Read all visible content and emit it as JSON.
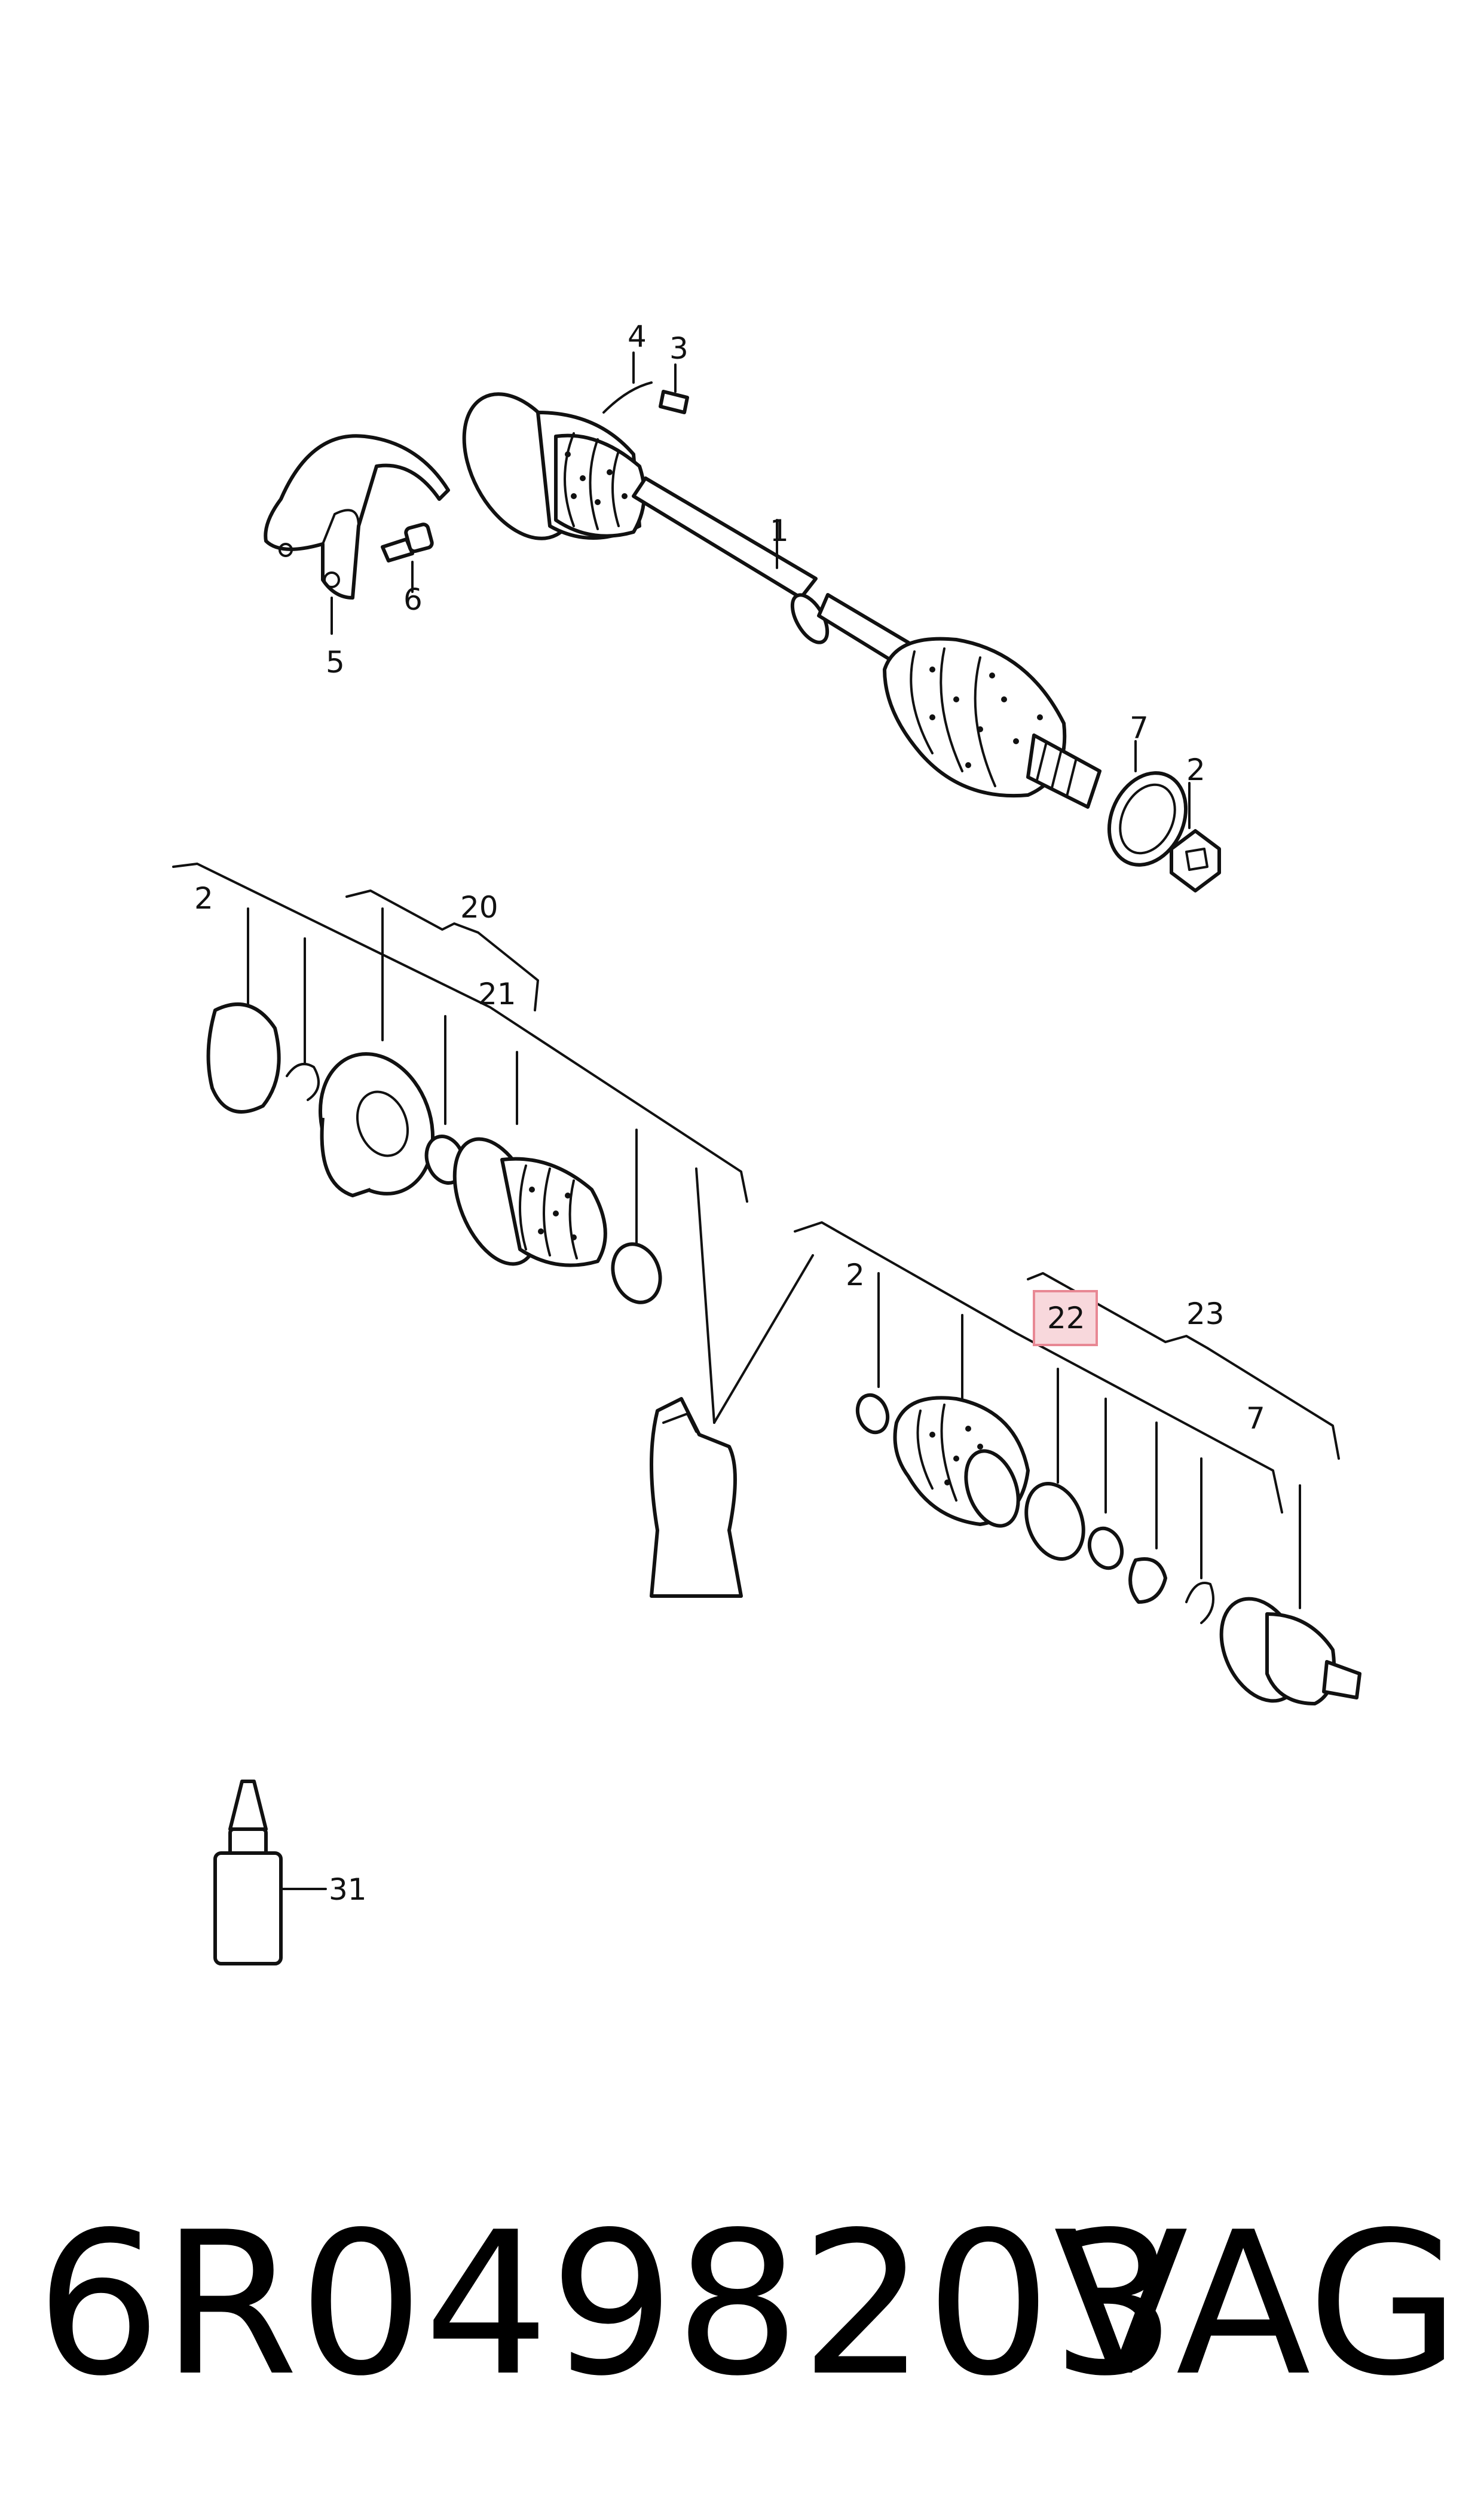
{
  "callouts": {
    "c1": "1",
    "c2a": "2",
    "c2b": "2",
    "c2c": "2",
    "c3": "3",
    "c4": "4",
    "c5": "5",
    "c6": "6",
    "c7a": "7",
    "c7b": "7",
    "c20": "20",
    "c21": "21",
    "c22": "22",
    "c23": "23",
    "c31": "31"
  },
  "highlight": {
    "label": "22",
    "color": "#f8d8dc",
    "border": "#e88894"
  },
  "footer": {
    "part_number": "6R0498203",
    "brand": "VAG"
  }
}
